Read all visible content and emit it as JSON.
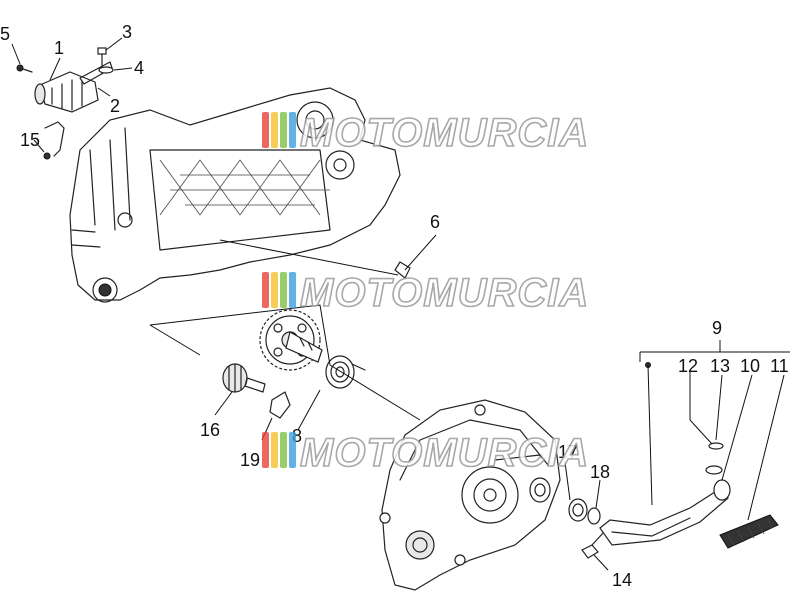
{
  "watermark": {
    "text": "MOTOMURCIA",
    "colors": [
      "#e8413c",
      "#f2c230",
      "#7dc242",
      "#3aa0dc"
    ]
  },
  "callouts": {
    "c1": "1",
    "c2": "2",
    "c3": "3",
    "c4": "4",
    "c5": "5",
    "c6": "6",
    "c8": "8",
    "c9": "9",
    "c10": "10",
    "c11": "11",
    "c12": "12",
    "c13": "13",
    "c14": "14",
    "c15": "15",
    "c16": "16",
    "c17": "17",
    "c18": "18",
    "c19": "19"
  }
}
